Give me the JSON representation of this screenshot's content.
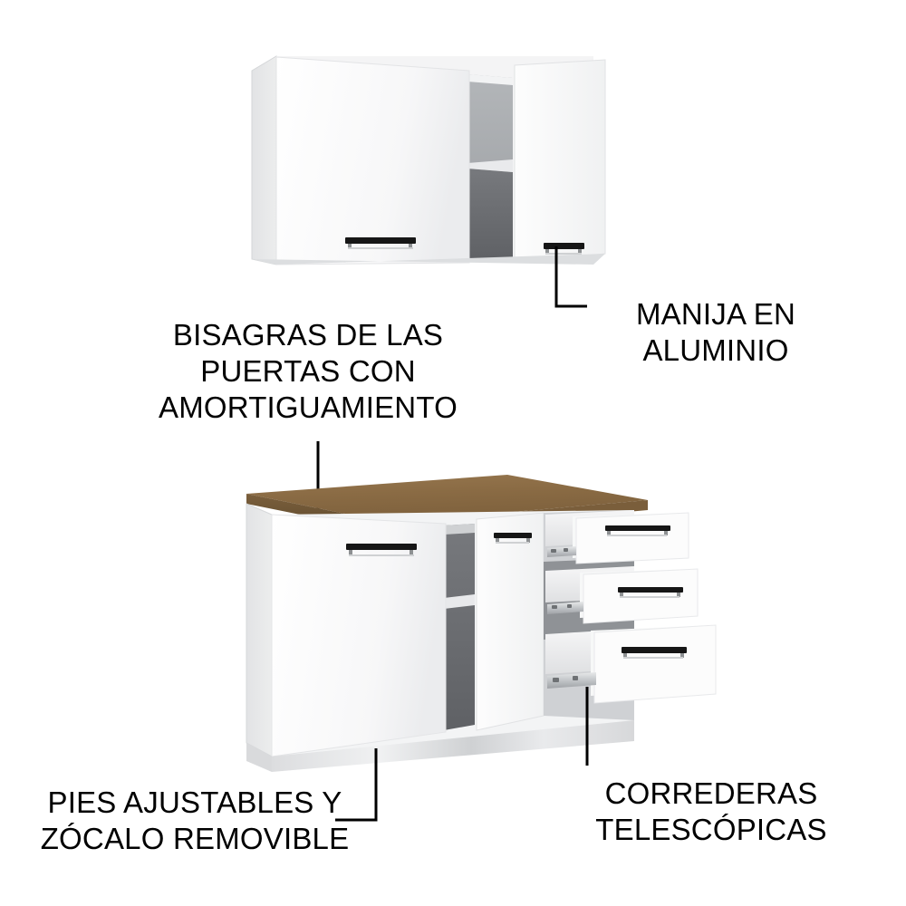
{
  "product": {
    "type": "kitchen-cabinet-set",
    "upper_cabinet": {
      "name": "wall-cabinet",
      "doors": 2,
      "handles": 2,
      "open_section": true,
      "shelves": 1
    },
    "lower_cabinet": {
      "name": "base-cabinet",
      "doors": 2,
      "drawers": 3,
      "handles": 5,
      "countertop": "wood",
      "plinth": true,
      "shelves": 1
    }
  },
  "colors": {
    "body_white": "#f2f2f2",
    "door_white": "#fafafa",
    "side_panel": "#e6e7e8",
    "shadow_gray": "#6e7074",
    "interior_gray": "#a9acaf",
    "countertop_wood": "#8a6b44",
    "countertop_wood_edge": "#6d5336",
    "handle_black": "#1a1a1a",
    "slide_metal": "#c9cccf",
    "leader_line": "#000000",
    "text": "#000000",
    "background": "#ffffff"
  },
  "callouts": [
    {
      "id": "hinges",
      "text": "BISAGRAS DE LAS\nPUERTAS CON\nAMORTIGUAMIENTO",
      "points_to": "door-hinge-area"
    },
    {
      "id": "handle",
      "text": "MANIJA EN\nALUMINIO",
      "points_to": "upper-right-door-handle"
    },
    {
      "id": "feet",
      "text": "PIES AJUSTABLES Y\nZÓCALO REMOVIBLE",
      "points_to": "base-plinth"
    },
    {
      "id": "slides",
      "text": "CORREDERAS\nTELESCÓPICAS",
      "points_to": "drawer-slide"
    }
  ]
}
